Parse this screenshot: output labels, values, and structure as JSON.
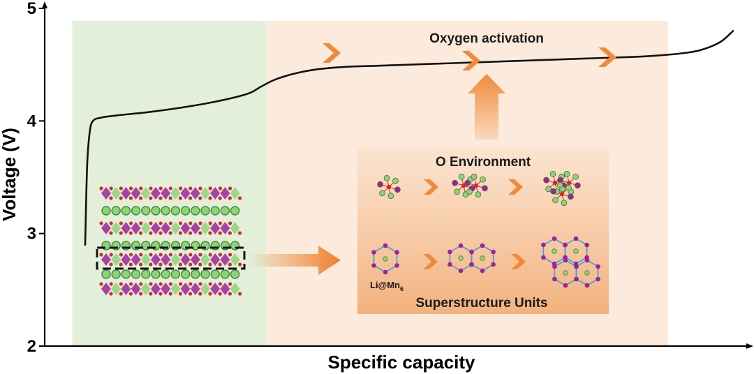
{
  "chart_data": {
    "type": "line",
    "xlabel": "Specific capacity",
    "ylabel": "Voltage (V)",
    "ylim": [
      2,
      5
    ],
    "yticks": [
      2,
      3,
      4,
      5
    ],
    "grid": false,
    "series": [
      {
        "x": [
          0,
          0.3,
          0.7,
          1.2,
          2.5,
          5,
          10,
          15,
          20,
          25,
          27,
          29,
          31,
          33,
          36,
          40,
          45,
          50,
          55,
          60,
          65,
          70,
          75,
          80,
          85,
          88,
          92,
          95,
          98,
          100
        ],
        "y": [
          2.9,
          3.6,
          3.9,
          4.0,
          4.03,
          4.05,
          4.08,
          4.12,
          4.17,
          4.24,
          4.3,
          4.36,
          4.4,
          4.43,
          4.46,
          4.48,
          4.49,
          4.5,
          4.51,
          4.52,
          4.53,
          4.54,
          4.55,
          4.56,
          4.57,
          4.58,
          4.6,
          4.63,
          4.7,
          4.8
        ]
      }
    ],
    "regions": [
      {
        "x0": -2,
        "x1": 28,
        "color": "#e3efd9"
      },
      {
        "x0": 28,
        "x1": 90,
        "color": "#fcebdd"
      }
    ]
  },
  "annotations": {
    "oxygen_activation": "Oxygen activation",
    "o_environment": "O Environment",
    "superstructure_units": "Superstructure Units",
    "li_mn6_main": "Li@Mn",
    "li_mn6_sub": "6"
  },
  "colors": {
    "arrow_orange": "#f08a3a",
    "panel_top": "#fbe3cf",
    "panel_bottom": "#f4ba8c",
    "li_green": "#8fd27a",
    "mn_purple": "#a0229a",
    "o_red": "#d22a2a",
    "hex_blue": "#3aa0d8"
  }
}
